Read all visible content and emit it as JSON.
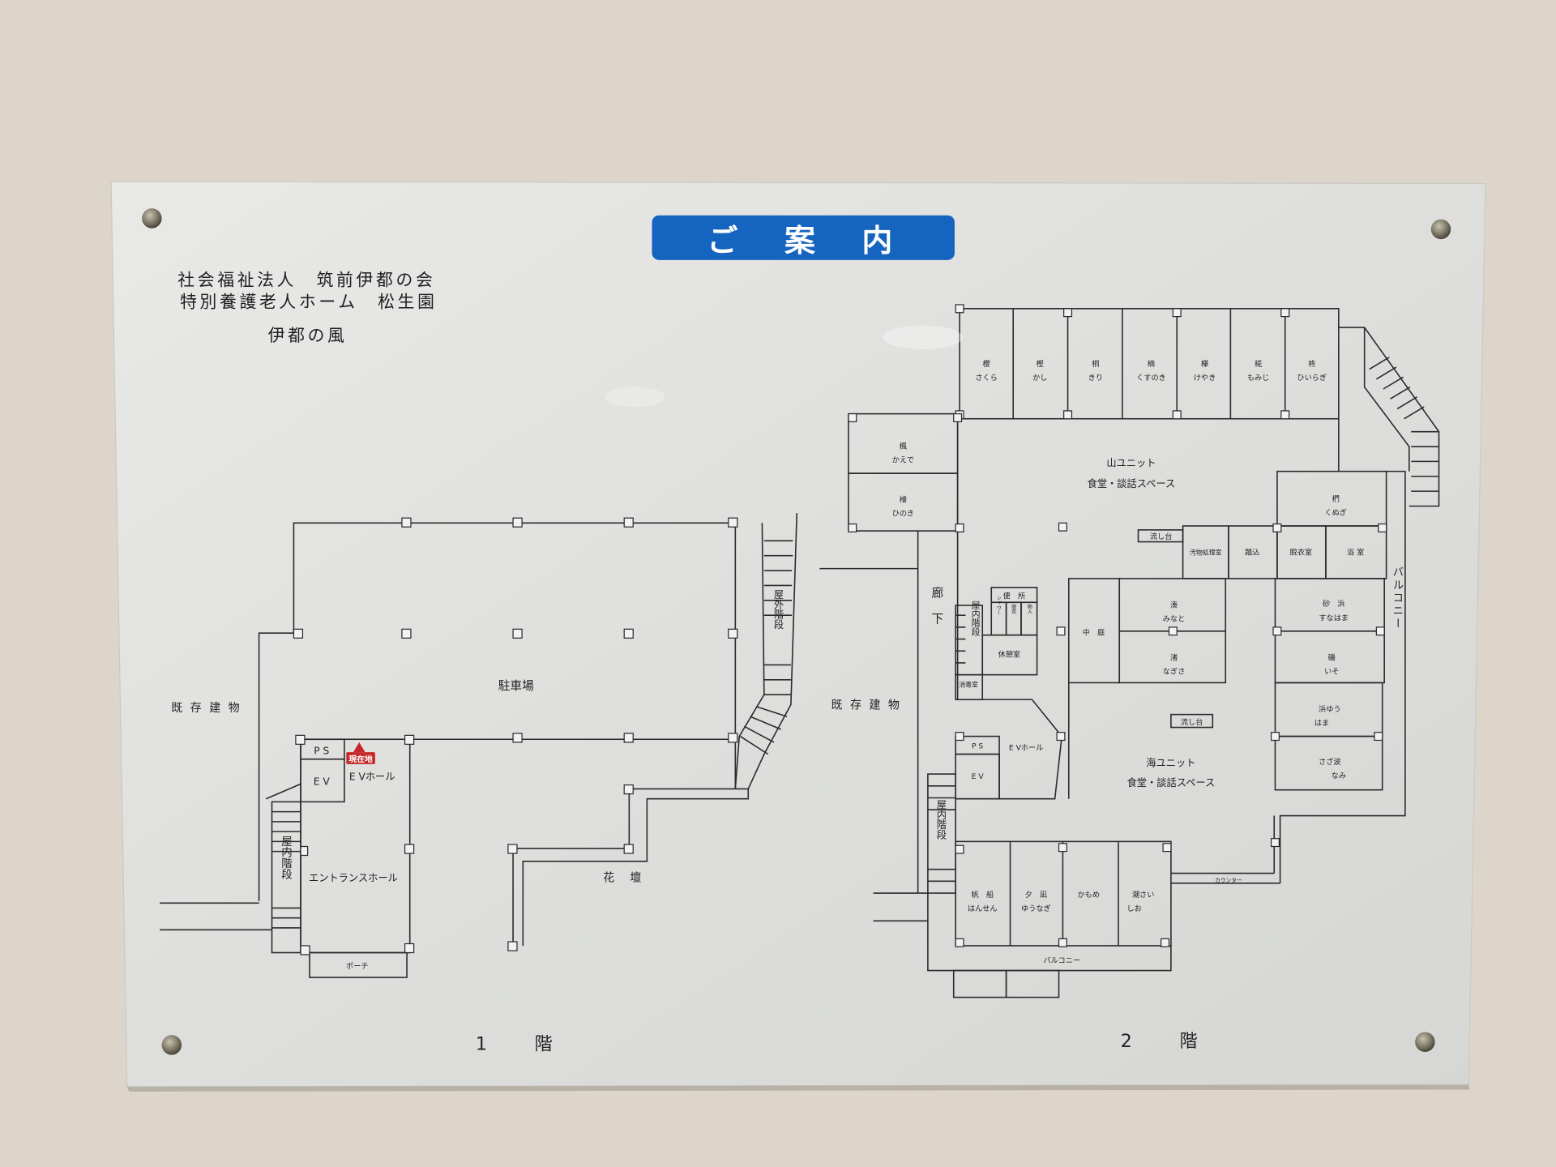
{
  "header": {
    "title": "ご　案　内",
    "title_bg": "#1565c0",
    "org_line1": "社会福祉法人　筑前伊都の会",
    "org_line2": "特別養護老人ホーム　松生園",
    "unit_name": "伊都の風"
  },
  "floor1": {
    "label": "1　　階",
    "existing_building": "既 存 建 物",
    "parking": "駐車場",
    "outdoor_stairs": "屋外階段",
    "flowerbed": "花　壇",
    "ps": "P S",
    "ev": "E V",
    "ev_hall": "E Vホール",
    "entrance_hall": "エントランスホール",
    "indoor_stairs": "屋内階段",
    "porch": "ポーチ",
    "you_are_here": "現在地",
    "marker_color": "#c62828"
  },
  "floor2": {
    "label": "2　　階",
    "top_rooms": [
      {
        "kanji": "櫻",
        "kana": "さくら"
      },
      {
        "kanji": "樫",
        "kana": "かし"
      },
      {
        "kanji": "桐",
        "kana": "きり"
      },
      {
        "kanji": "楠",
        "kana": "くすのき"
      },
      {
        "kanji": "欅",
        "kana": "けやき"
      },
      {
        "kanji": "椛",
        "kana": "もみじ"
      },
      {
        "kanji": "柊",
        "kana": "ひいらぎ"
      }
    ],
    "left_rooms": [
      {
        "kanji": "楓",
        "kana": "かえで"
      },
      {
        "kanji": "檜",
        "kana": "ひのき"
      }
    ],
    "mountain_unit": "山ユニット",
    "mountain_space": "食堂・談話スペース",
    "kunugi": {
      "kanji": "椚",
      "kana": "くぬぎ"
    },
    "sink1": "流し台",
    "soiled_room": "汚物処理室",
    "fumikomi": "踏込",
    "changing_room": "脱衣室",
    "bathroom": "浴 室",
    "toilet": "便　所",
    "shower": "シャワー",
    "dressing": "脱衣",
    "storage": "物入",
    "indoor_stairs_1": "屋内階段",
    "rest_room": "休憩室",
    "disinfect_room": "消毒室",
    "corridor": "廊下",
    "courtyard": "中　庭",
    "minato": {
      "kanji": "湊",
      "kana": "みなと"
    },
    "nagisa": {
      "kanji": "渚",
      "kana": "なぎさ"
    },
    "sunahama": {
      "kanji": "砂　浜",
      "kana": "すなはま"
    },
    "iso": {
      "kanji": "磯",
      "kana": "いそ"
    },
    "hama": {
      "kanji": "浜ゆう",
      "kana": "はま"
    },
    "nami": {
      "kanji": "さざ波",
      "kana": "なみ"
    },
    "balcony_right": "バルコニー",
    "existing_building": "既 存 建 物",
    "ps": "P S",
    "ev": "E V",
    "ev_hall": "E Vホール",
    "sink2": "流し台",
    "sea_unit": "海ユニット",
    "sea_space": "食堂・談話スペース",
    "indoor_stairs_2": "屋内階段",
    "bottom_rooms": [
      {
        "kanji": "帆　船",
        "kana": "はんせん"
      },
      {
        "kanji": "夕　凪",
        "kana": "ゆうなぎ"
      },
      {
        "kanji": "かもめ",
        "kana": ""
      },
      {
        "kanji": "潮さい",
        "kana": "しお"
      }
    ],
    "counter": "カウンター",
    "balcony_bottom": "バルコニー"
  }
}
